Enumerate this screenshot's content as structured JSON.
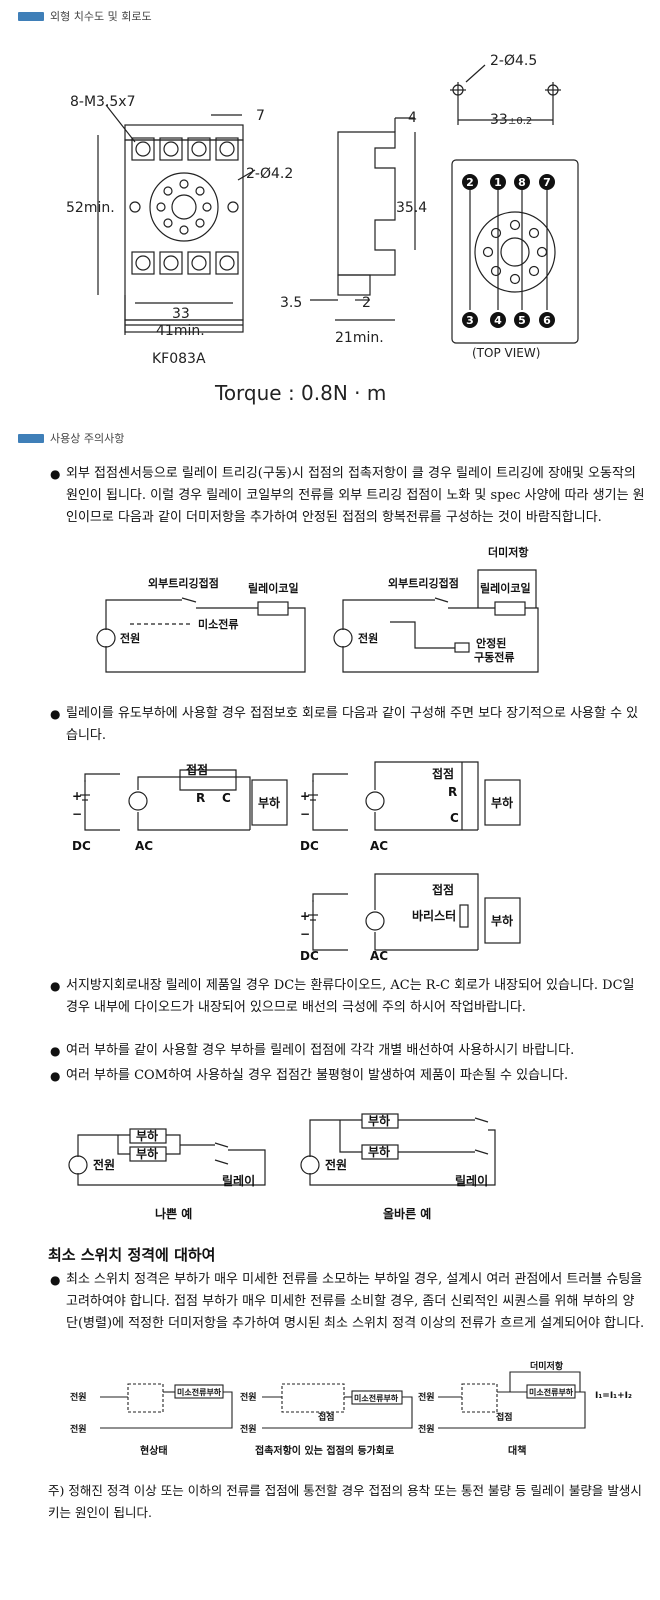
{
  "sections": {
    "dimensions_header": "외형 치수도 및 회로도",
    "usage_header": "사용상 주의사항"
  },
  "dimension_drawing": {
    "screw_label": "8-M3.5x7",
    "width_7": "7",
    "hole_label": "2-Ø4.2",
    "height_label": "52min.",
    "dim_33": "33",
    "dim_41": "41min.",
    "model": "KF083A",
    "side_4": "4",
    "side_354": "35.4",
    "side_35": "3.5",
    "side_2": "2",
    "side_21": "21min.",
    "top_holes": "2-Ø4.5",
    "top_33": "33",
    "top_tol": "±0.2",
    "top_view": "(TOP VIEW)",
    "pins_top": [
      "2",
      "1",
      "8",
      "7"
    ],
    "pins_bottom": [
      "3",
      "4",
      "5",
      "6"
    ],
    "torque": "Torque : 0.8N · m"
  },
  "para1": "외부 접점센서등으로 릴레이 트리깅(구동)시 접점의 접촉저항이 클 경우 릴레이 트리깅에 장애및 오동작의 원인이 됩니다. 이럴 경우 릴레이 코일부의 전류를 외부 트리깅 접점이 노화 및 spec 사양에 따라 생기는 원인이므로 다음과 같이 더미저항을 추가하여 안정된 접점의 항복전류를 구성하는 것이 바람직합니다.",
  "circuit1": {
    "left_contact": "외부트리깅접점",
    "left_coil": "릴레이코일",
    "left_current": "미소전류",
    "left_power": "전원",
    "right_dummy": "더미저항",
    "right_contact": "외부트리깅접점",
    "right_coil": "릴레이코일",
    "right_power": "전원",
    "right_stable1": "안정된",
    "right_stable2": "구동전류"
  },
  "para2": "릴레이를 유도부하에 사용할 경우 접점보호 회로를 다음과 같이 구성해 주면 보다 장기적으로 사용할 수 있습니다.",
  "circuit2": {
    "contact": "접점",
    "r": "R",
    "c": "C",
    "load": "부하",
    "dc": "DC",
    "ac": "AC",
    "varistor": "바리스터",
    "plus": "+",
    "minus": "−"
  },
  "para3": "서지방지회로내장 릴레이 제품일 경우 DC는 환류다이오드, AC는 R-C 회로가 내장되어 있습니다. DC일 경우 내부에 다이오드가 내장되어 있으므로 배선의 극성에 주의 하시어 작업바랍니다.",
  "para4": "여러 부하를 같이 사용할 경우 부하를 릴레이 접점에 각각 개별 배선하여 사용하시기 바랍니다.",
  "para5": "여러 부하를 COM하여 사용하실 경우 접점간 불평형이 발생하여 제품이 파손될 수 있습니다.",
  "circuit3": {
    "load": "부하",
    "power": "전원",
    "relay": "릴레이",
    "bad": "나쁜 예",
    "good": "올바른 예"
  },
  "min_switch_title": "최소 스위치 정격에 대하여",
  "para6": "최소 스위치 정격은 부하가 매우 미세한 전류를 소모하는 부하일 경우, 설계시 여러 관점에서 트러블 슈팅을 고려하여야 합니다. 접점 부하가 매우 미세한 전류를 소비할 경우, 좀더 신뢰적인 씨퀀스를 위해 부하의 양단(병렬)에 적정한 더미저항을 추가하여 명시된 최소 스위치 정격 이상의 전류가 흐르게 설계되어야 합니다.",
  "circuit4": {
    "power": "전원",
    "load": "미소전류부하",
    "contact": "접점",
    "dummy": "더미저항",
    "formula": "I₁=I₁+I₂",
    "cap1": "현상태",
    "cap2": "접촉저항이 있는 접점의 등가회로",
    "cap3": "대책"
  },
  "footnote": "주) 정해진 정격 이상 또는 이하의 전류를 접점에 통전할 경우 접점의 용착 또는 통전 불량 등 릴레이 불량을 발생시키는 원인이 됩니다."
}
